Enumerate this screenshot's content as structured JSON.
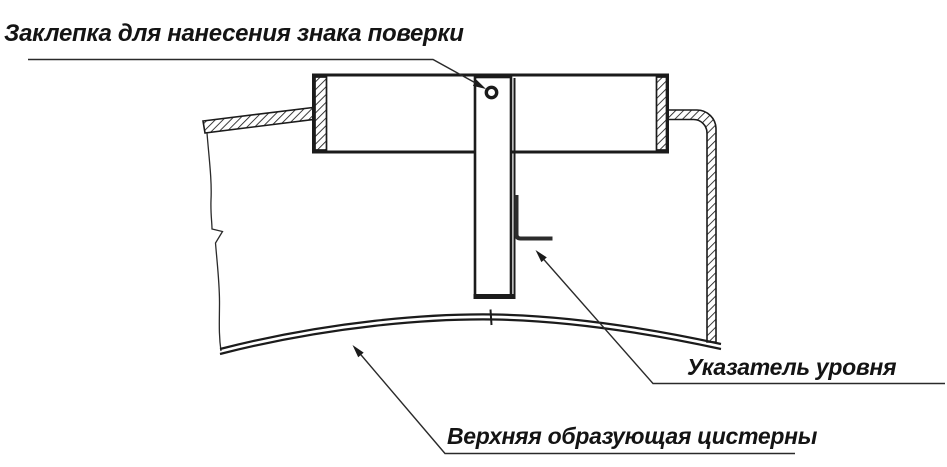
{
  "diagram": {
    "title_hint": "Tank verification-mark rivet and level indicator technical drawing",
    "labels": {
      "rivet_note": "Заклепка для нанесения знака поверки",
      "level_indicator": "Указатель уровня",
      "tank_top_generatrix": "Верхняя образующая цистерны"
    },
    "colors": {
      "line": "#1b1b1b",
      "background": "#ffffff"
    }
  }
}
